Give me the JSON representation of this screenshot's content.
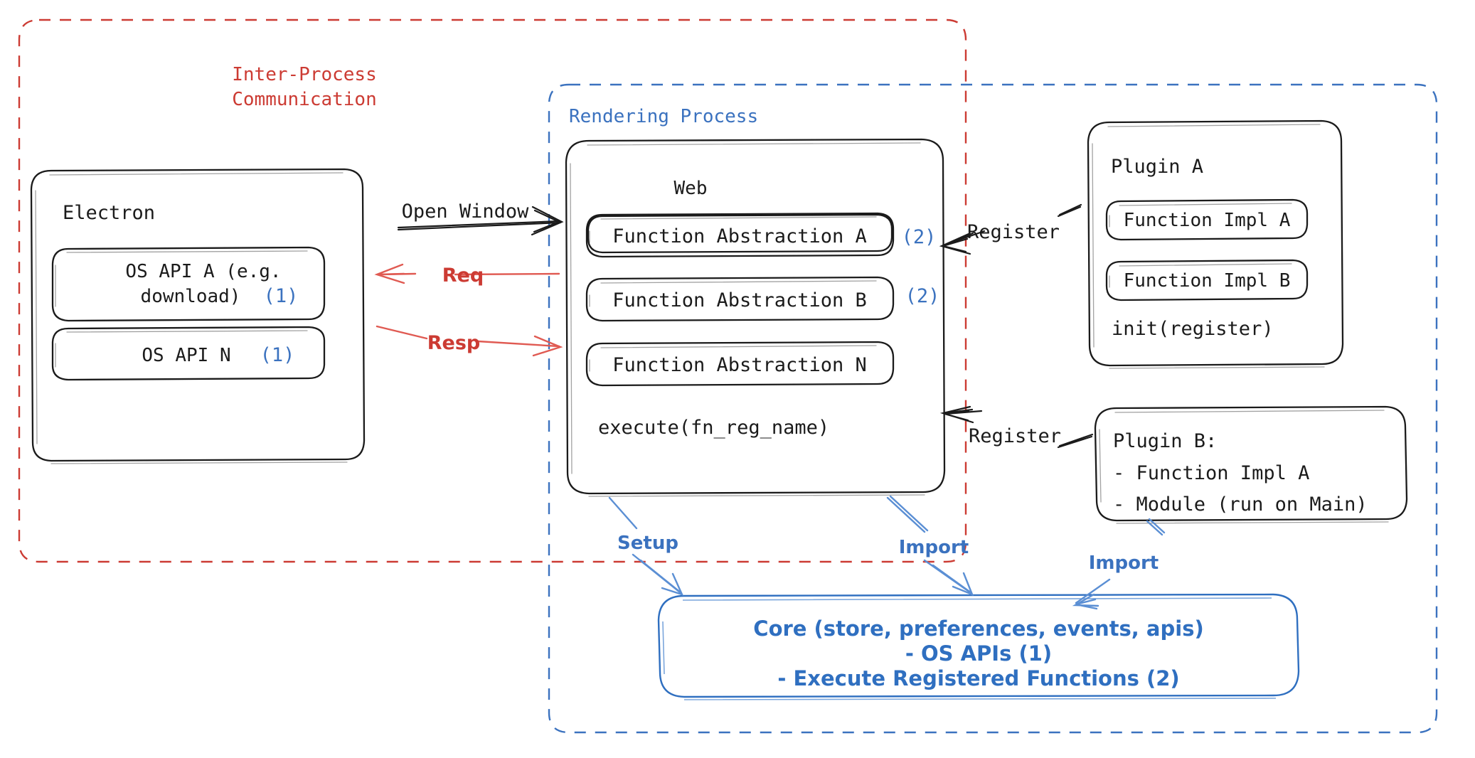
{
  "diagram": {
    "title": "Electron Plugin Architecture",
    "colors": {
      "red": "#cc3b33",
      "blue": "#3b72bf",
      "core_blue": "#2f6fc0",
      "black": "#1b1b1b",
      "arrow_red": "#e05a52",
      "arrow_blue": "#5b8fd4"
    }
  },
  "boundaries": {
    "ipc": {
      "label_line1": "Inter-Process",
      "label_line2": "Communication",
      "style": "dashed",
      "color": "#cc3b33"
    },
    "rendering": {
      "label": "Rendering Process",
      "style": "dashed",
      "color": "#3b72bf"
    }
  },
  "electron": {
    "title": "Electron",
    "apis": [
      {
        "line1": "OS API A (e.g.",
        "line2": "download)",
        "badge": "(1)"
      },
      {
        "line1": "OS API N",
        "line2": "",
        "badge": "(1)"
      }
    ]
  },
  "web": {
    "title": "Web",
    "abstractions": [
      {
        "label": "Function Abstraction A",
        "badge": "(2)"
      },
      {
        "label": "Function Abstraction B",
        "badge": "(2)"
      },
      {
        "label": "Function Abstraction N",
        "badge": ""
      }
    ],
    "execute": "execute(fn_reg_name)"
  },
  "plugin_a": {
    "title": "Plugin A",
    "impls": [
      "Function Impl A",
      "Function Impl B"
    ],
    "init": "init(register)"
  },
  "plugin_b": {
    "title": "Plugin B:",
    "items": [
      "- Function Impl A",
      "- Module (run on Main)"
    ]
  },
  "core": {
    "line1": "Core (store, preferences, events, apis)",
    "line2": "- OS APIs (1)",
    "line3": "- Execute Registered Functions (2)"
  },
  "arrows": {
    "open_window": "Open Window",
    "req": "Req",
    "resp": "Resp",
    "register_top": "Register",
    "register_bottom": "Register",
    "setup": "Setup",
    "import_web": "Import",
    "import_plugin_b": "Import"
  }
}
